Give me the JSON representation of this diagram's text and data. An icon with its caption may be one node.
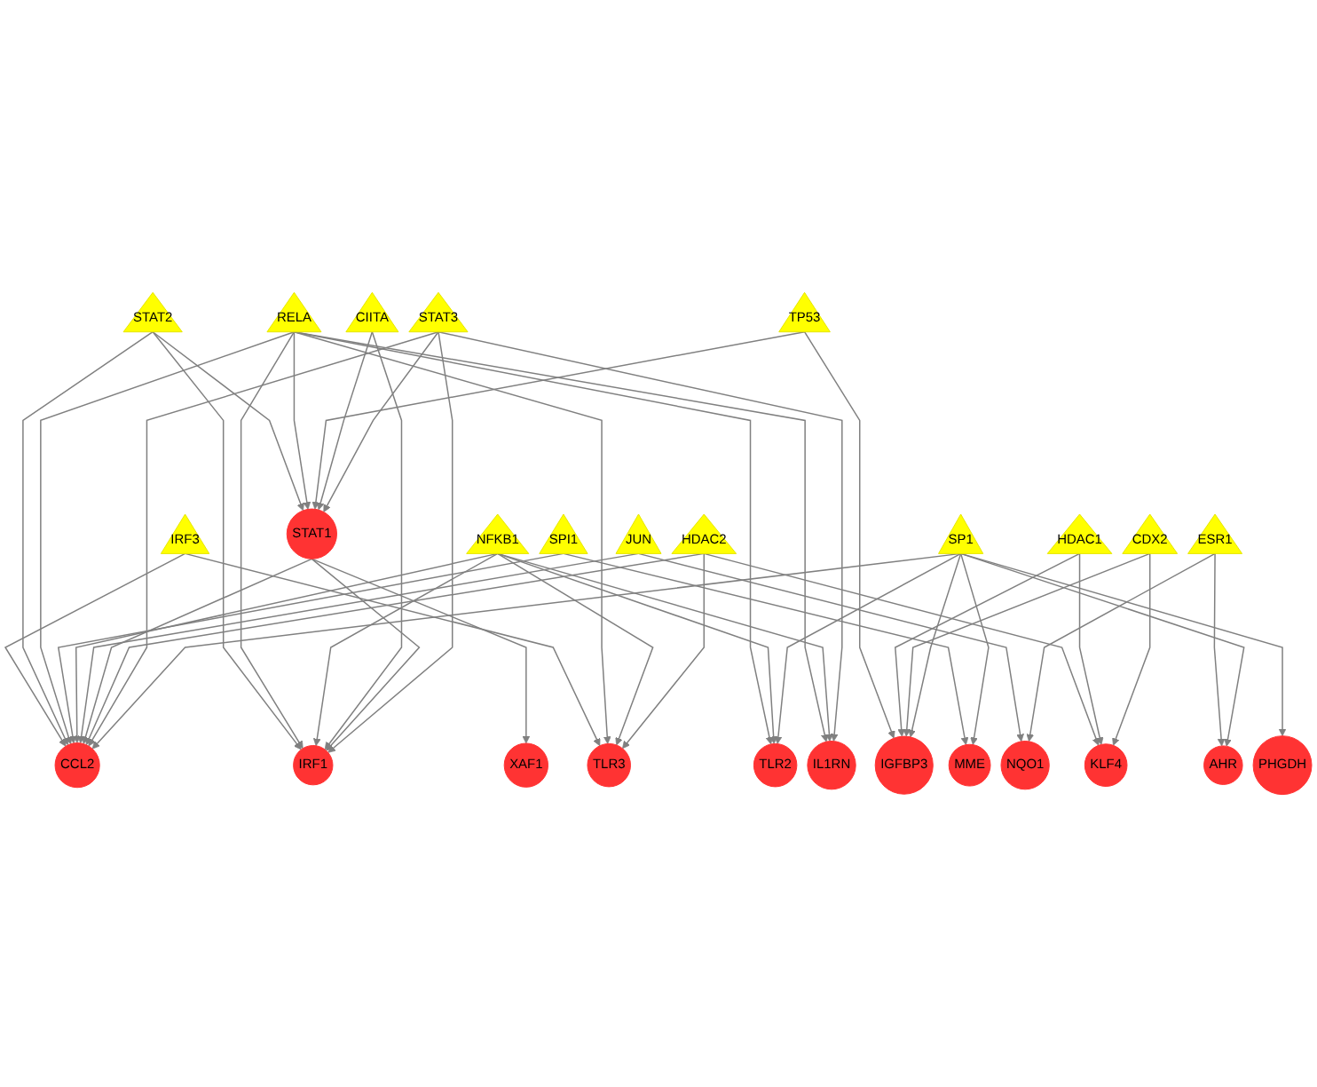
{
  "diagram": {
    "nodes": [
      {
        "text": [
          "IRF3"
        ]
      },
      {
        "text": [
          "STAT2"
        ]
      },
      {
        "text": [
          "RELA"
        ]
      },
      {
        "text": [
          "SPI1"
        ]
      },
      {
        "text": [
          "TP53"
        ]
      },
      {
        "text": [
          "CCL2"
        ]
      },
      {
        "text": [
          "IGFBP3"
        ]
      },
      {
        "text": [
          "NFKB1"
        ]
      },
      {
        "text": [
          "TLR3"
        ]
      },
      {
        "text": [
          "XAF1"
        ]
      },
      {
        "text": [
          "TLR2"
        ]
      },
      {
        "text": [
          "IRF1"
        ]
      },
      {
        "text": [
          "CIITA"
        ]
      },
      {
        "text": [
          "JUN"
        ]
      },
      {
        "text": [
          "NQO1"
        ]
      },
      {
        "text": [
          "STAT1"
        ]
      },
      {
        "text": [
          "MME"
        ]
      },
      {
        "text": [
          "IL1RN"
        ]
      },
      {
        "text": [
          "HDAC2"
        ]
      },
      {
        "text": [
          "KLF4"
        ]
      },
      {
        "text": [
          "AHR"
        ]
      },
      {
        "text": [
          "PHGDH"
        ]
      },
      {
        "text": [
          "STAT3"
        ]
      },
      {
        "text": [
          "HDAC1"
        ]
      },
      {
        "text": [
          "ESR1"
        ]
      },
      {
        "text": [
          "CDX2"
        ]
      },
      {
        "text": [
          "SP1"
        ]
      }
    ],
    "edges": [
      {
        "from": 0,
        "to": 5,
        "arrow": "to"
      },
      {
        "from": 0,
        "to": 8,
        "arrow": "to"
      },
      {
        "from": 1,
        "to": 5,
        "arrow": "to"
      },
      {
        "from": 1,
        "to": 11,
        "arrow": "to"
      },
      {
        "from": 1,
        "to": 15,
        "arrow": "to"
      },
      {
        "from": 2,
        "to": 5,
        "arrow": "to"
      },
      {
        "from": 2,
        "to": 8,
        "arrow": "to"
      },
      {
        "from": 2,
        "to": 10,
        "arrow": "to"
      },
      {
        "from": 2,
        "to": 11,
        "arrow": "to"
      },
      {
        "from": 2,
        "to": 15,
        "arrow": "to"
      },
      {
        "from": 2,
        "to": 17,
        "arrow": "to"
      },
      {
        "from": 3,
        "to": 5,
        "arrow": "to"
      },
      {
        "from": 3,
        "to": 16,
        "arrow": "to"
      },
      {
        "from": 4,
        "to": 6,
        "arrow": "to"
      },
      {
        "from": 4,
        "to": 15,
        "arrow": "to"
      },
      {
        "from": 7,
        "to": 5,
        "arrow": "to"
      },
      {
        "from": 7,
        "to": 8,
        "arrow": "to"
      },
      {
        "from": 7,
        "to": 10,
        "arrow": "to"
      },
      {
        "from": 7,
        "to": 11,
        "arrow": "to"
      },
      {
        "from": 7,
        "to": 17,
        "arrow": "to"
      },
      {
        "from": 12,
        "to": 11,
        "arrow": "to"
      },
      {
        "from": 12,
        "to": 15,
        "arrow": "to"
      },
      {
        "from": 13,
        "to": 5,
        "arrow": "to"
      },
      {
        "from": 13,
        "to": 14,
        "arrow": "to"
      },
      {
        "from": 15,
        "to": 11,
        "arrow": "to"
      },
      {
        "from": 15,
        "to": 9,
        "arrow": "to"
      },
      {
        "from": 15,
        "to": 5,
        "arrow": "to"
      },
      {
        "from": 18,
        "to": 5,
        "arrow": "to"
      },
      {
        "from": 18,
        "to": 8,
        "arrow": "to"
      },
      {
        "from": 18,
        "to": 19,
        "arrow": "to"
      },
      {
        "from": 22,
        "to": 5,
        "arrow": "to"
      },
      {
        "from": 22,
        "to": 11,
        "arrow": "to"
      },
      {
        "from": 22,
        "to": 15,
        "arrow": "to"
      },
      {
        "from": 22,
        "to": 17,
        "arrow": "to"
      },
      {
        "from": 23,
        "to": 6,
        "arrow": "to"
      },
      {
        "from": 23,
        "to": 19,
        "arrow": "to"
      },
      {
        "from": 24,
        "to": 14,
        "arrow": "to"
      },
      {
        "from": 24,
        "to": 20,
        "arrow": "to"
      },
      {
        "from": 25,
        "to": 6,
        "arrow": "to"
      },
      {
        "from": 25,
        "to": 19,
        "arrow": "to"
      },
      {
        "from": 26,
        "to": 5,
        "arrow": "to"
      },
      {
        "from": 26,
        "to": 6,
        "arrow": "to"
      },
      {
        "from": 26,
        "to": 10,
        "arrow": "to"
      },
      {
        "from": 26,
        "to": 16,
        "arrow": "to"
      },
      {
        "from": 26,
        "to": 20,
        "arrow": "to"
      },
      {
        "from": 26,
        "to": 21,
        "arrow": "to"
      }
    ]
  }
}
